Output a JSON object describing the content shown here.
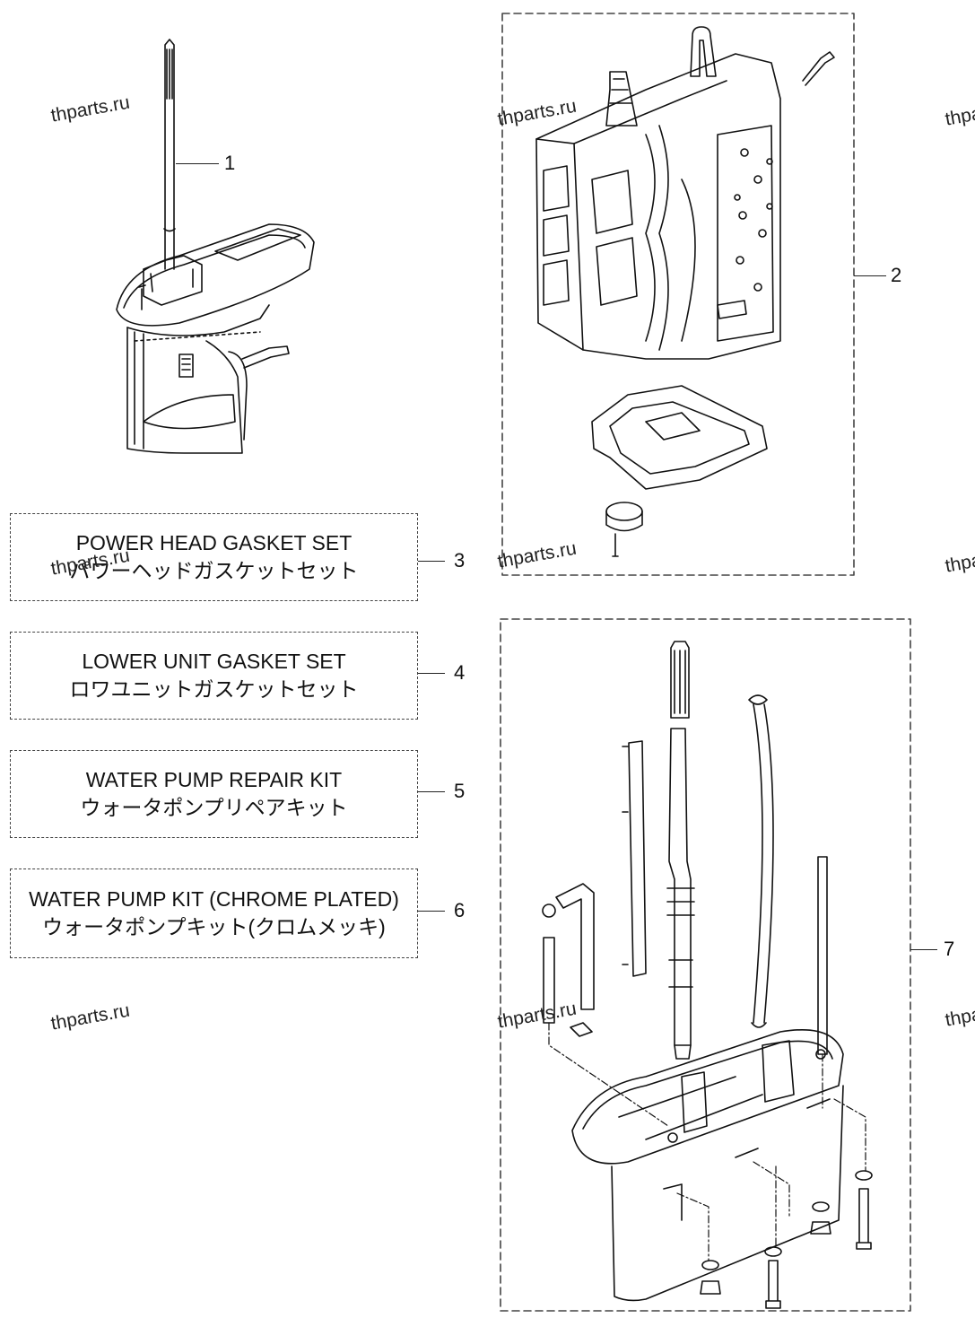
{
  "callouts": [
    "1",
    "2",
    "3",
    "4",
    "5",
    "6",
    "7"
  ],
  "kits": [
    {
      "en": "POWER HEAD GASKET SET",
      "jp": "パワーヘッドガスケットセット"
    },
    {
      "en": "LOWER UNIT GASKET SET",
      "jp": "ロワユニットガスケットセット"
    },
    {
      "en": "WATER PUMP REPAIR KIT",
      "jp": "ウォータポンプリペアキット"
    },
    {
      "en": "WATER PUMP KIT (CHROME PLATED)",
      "jp": "ウォータポンプキット(クロムメッキ)"
    }
  ],
  "watermark": "thparts.ru",
  "colors": {
    "line": "#111111",
    "background": "#ffffff"
  }
}
